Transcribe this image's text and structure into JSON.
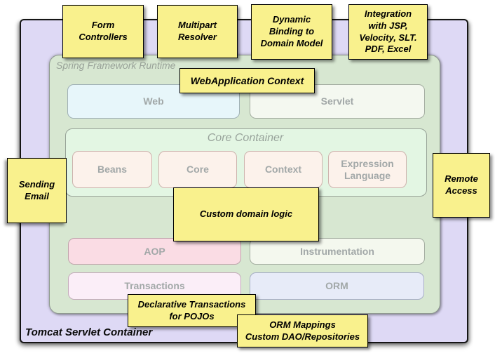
{
  "containers": {
    "tomcat_label": "Tomcat Servlet Container",
    "runtime_label": "Spring Framework Runtime",
    "core_title": "Core Container"
  },
  "boxes": {
    "web": "Web",
    "servlet": "Servlet",
    "beans": "Beans",
    "core": "Core",
    "context": "Context",
    "expression_language": "Expression Language",
    "aop": "AOP",
    "instrumentation": "Instrumentation",
    "transactions": "Transactions",
    "orm": "ORM"
  },
  "notes": [
    {
      "id": "form-controllers",
      "text": "Form\nControllers"
    },
    {
      "id": "multipart-resolver",
      "text": "Multipart\nResolver"
    },
    {
      "id": "dynamic-binding",
      "text": "Dynamic\nBinding to\nDomain Model"
    },
    {
      "id": "integration-views",
      "text": "Integration\nwith JSP,\nVelocity, SLT.\nPDF, Excel"
    },
    {
      "id": "webapplication-context",
      "text": "WebApplication Context"
    },
    {
      "id": "sending-email",
      "text": "Sending\nEmail"
    },
    {
      "id": "remote-access",
      "text": "Remote\nAccess"
    },
    {
      "id": "custom-domain-logic",
      "text": "Custom domain logic"
    },
    {
      "id": "declarative-transactions",
      "text": "Declarative Transactions\nfor POJOs"
    },
    {
      "id": "orm-mappings",
      "text": "ORM Mappings\nCustom DAO/Repositories"
    }
  ],
  "colors": {
    "note_fill": "#F9F18D",
    "tomcat_container_fill": "#DED9F5",
    "runtime_fill": "#D7E7D1",
    "core_container_fill": "#E3F6E3",
    "web_fill": "#E7F6FA",
    "servlet_fill": "#F4F8F0",
    "core_module_fill": "#FCF2EB",
    "aop_fill": "#FADCE4",
    "instrumentation_fill": "#F4F8EE",
    "transactions_fill": "#FBEEF8",
    "orm_fill": "#E7EBF8",
    "module_label_text": "#A2A8A8",
    "runtime_label_text": "#98A198"
  }
}
